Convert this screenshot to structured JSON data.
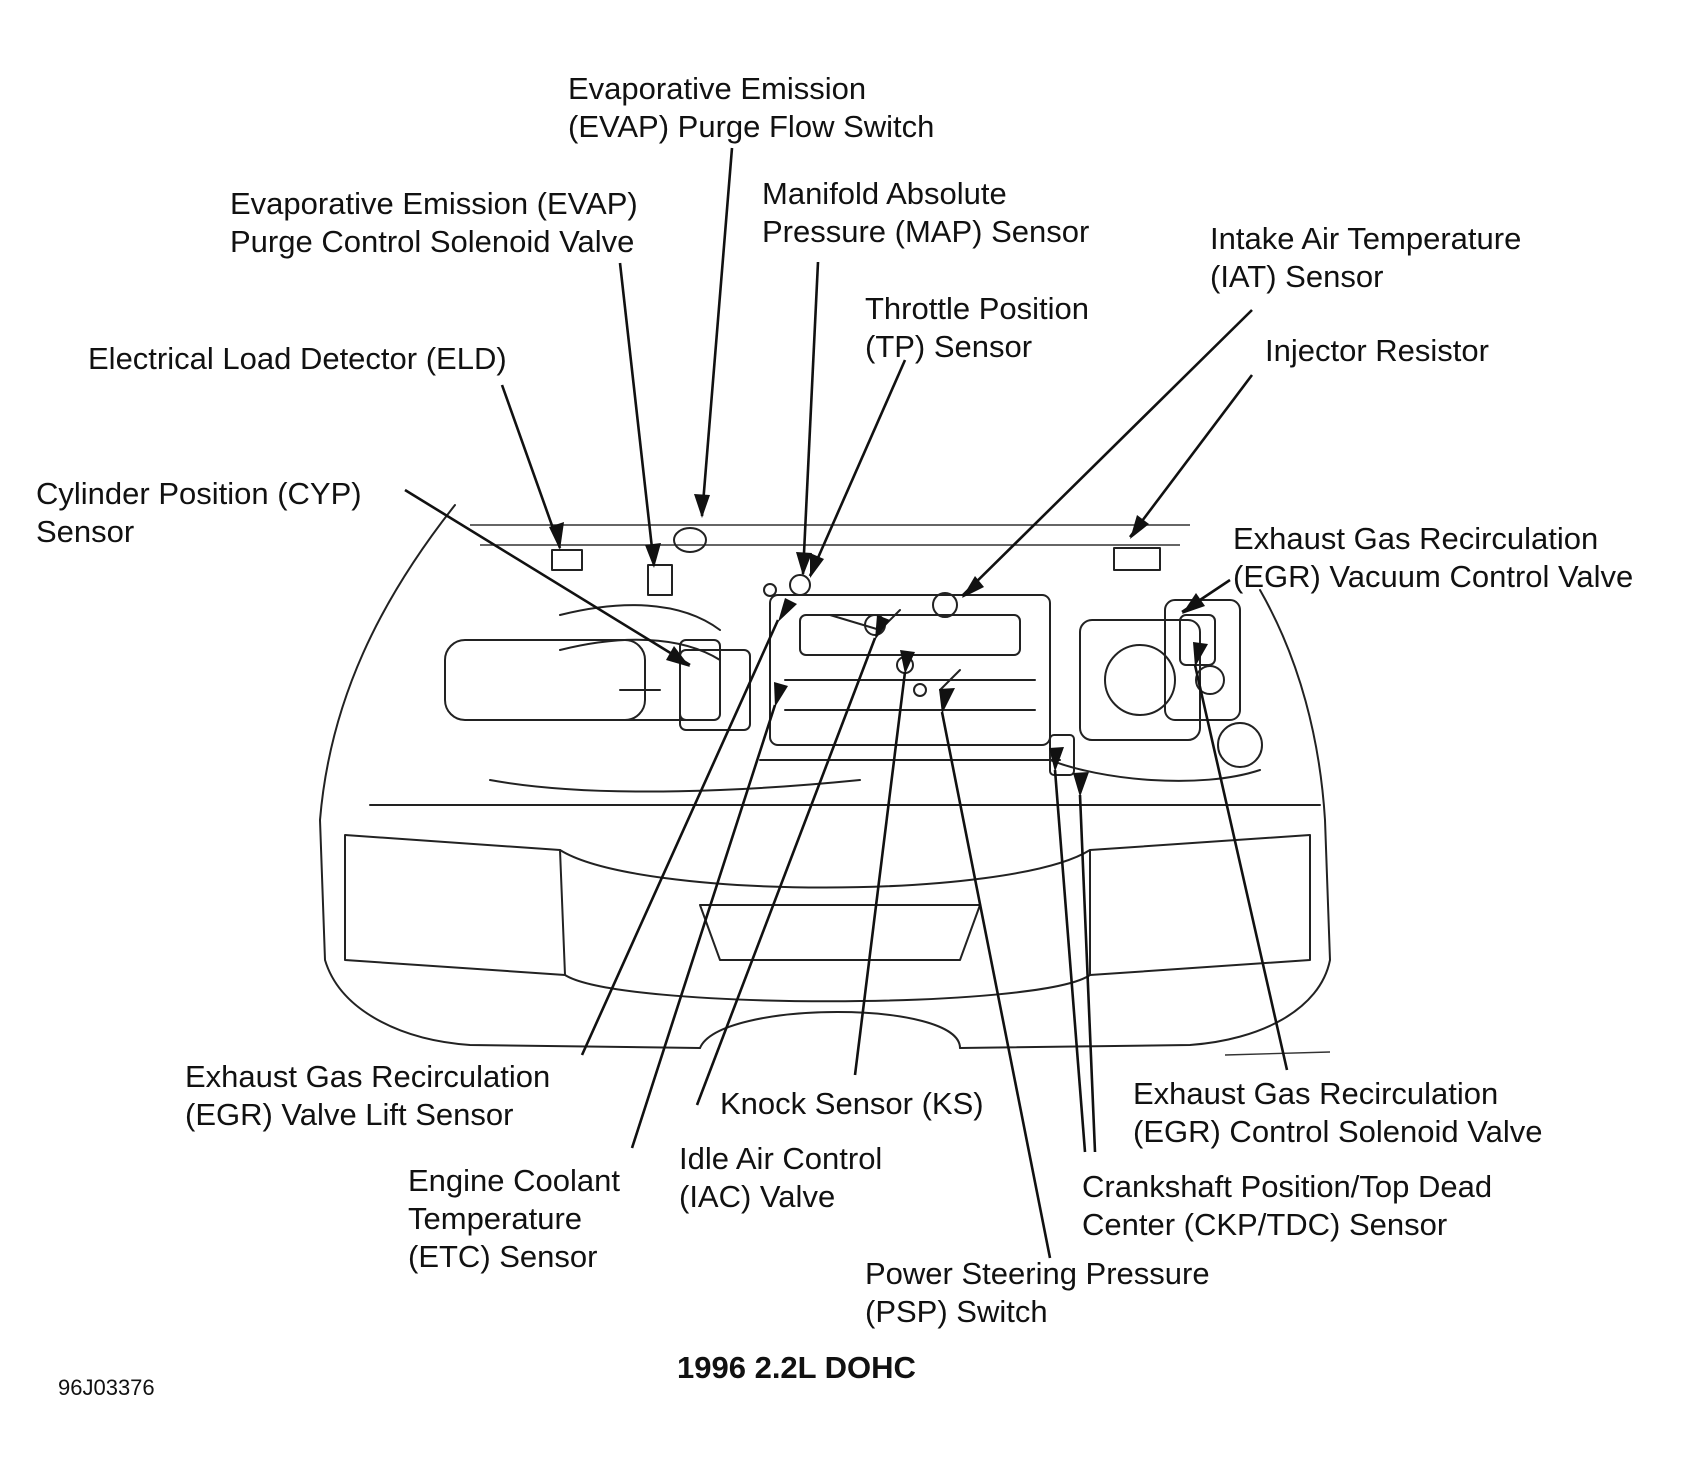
{
  "caption": "1996 2.2L DOHC",
  "figure_code": "96J03376",
  "labels": {
    "evap_purge_flow_switch": [
      "Evaporative Emission",
      "(EVAP) Purge Flow Switch"
    ],
    "evap_purge_control_solenoid": [
      "Evaporative Emission (EVAP)",
      "Purge Control Solenoid Valve"
    ],
    "map_sensor": [
      "Manifold Absolute",
      "Pressure (MAP) Sensor"
    ],
    "iat_sensor": [
      "Intake Air Temperature",
      "(IAT) Sensor"
    ],
    "tp_sensor": [
      "Throttle Position",
      "(TP) Sensor"
    ],
    "injector_resistor": [
      "Injector Resistor"
    ],
    "eld": [
      "Electrical Load Detector (ELD)"
    ],
    "cyp_sensor": [
      "Cylinder Position (CYP)",
      "Sensor"
    ],
    "egr_vacuum_control_valve": [
      "Exhaust Gas Recirculation",
      "(EGR) Vacuum Control Valve"
    ],
    "egr_valve_lift_sensor": [
      "Exhaust Gas Recirculation",
      "(EGR) Valve Lift Sensor"
    ],
    "knock_sensor": [
      "Knock Sensor (KS)"
    ],
    "egr_control_solenoid_valve": [
      "Exhaust Gas Recirculation",
      "(EGR) Control Solenoid Valve"
    ],
    "ect_sensor": [
      "Engine Coolant",
      "Temperature",
      "(ETC) Sensor"
    ],
    "iac_valve": [
      "Idle Air Control",
      "(IAC) Valve"
    ],
    "ckp_tdc_sensor": [
      "Crankshaft Position/Top Dead",
      "Center (CKP/TDC) Sensor"
    ],
    "psp_switch": [
      "Power Steering Pressure",
      "(PSP) Switch"
    ]
  }
}
